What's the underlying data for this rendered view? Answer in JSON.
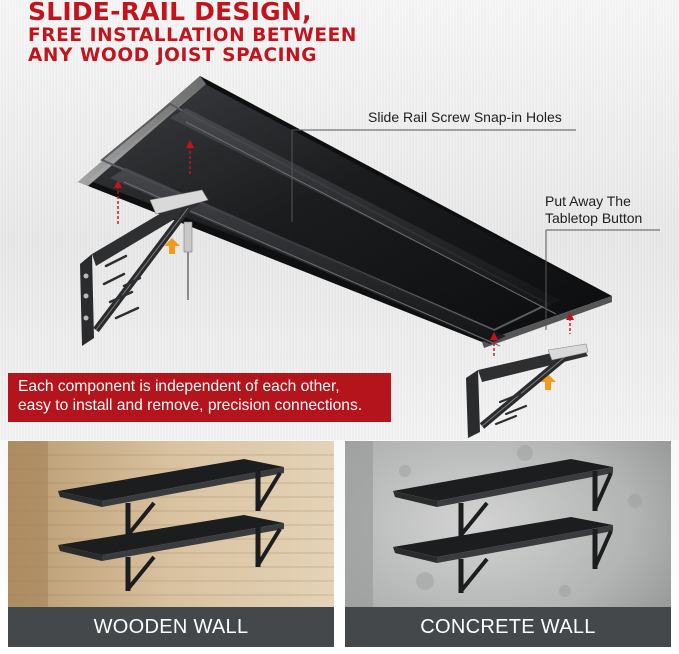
{
  "headline": {
    "line1": "SLIDE-RAIL DESIGN,",
    "line2": "FREE INSTALLATION BETWEEN",
    "line3": "ANY WOOD JOIST SPACING"
  },
  "callouts": {
    "snap_in_holes": "Slide Rail Screw Snap-in Holes",
    "button_line1": "Put Away The",
    "button_line2": "Tabletop Button"
  },
  "banner": {
    "line1": "Each component is independent of each other,",
    "line2": "easy to install and remove, precision connections."
  },
  "panels": {
    "wood_label": "WOODEN WALL",
    "concrete_label": "CONCRETE WALL"
  },
  "colors": {
    "accent_red": "#c1141c",
    "banner_red": "#b4141b",
    "label_bar": "#45484b",
    "shelf_black": "#1a1b1d"
  }
}
